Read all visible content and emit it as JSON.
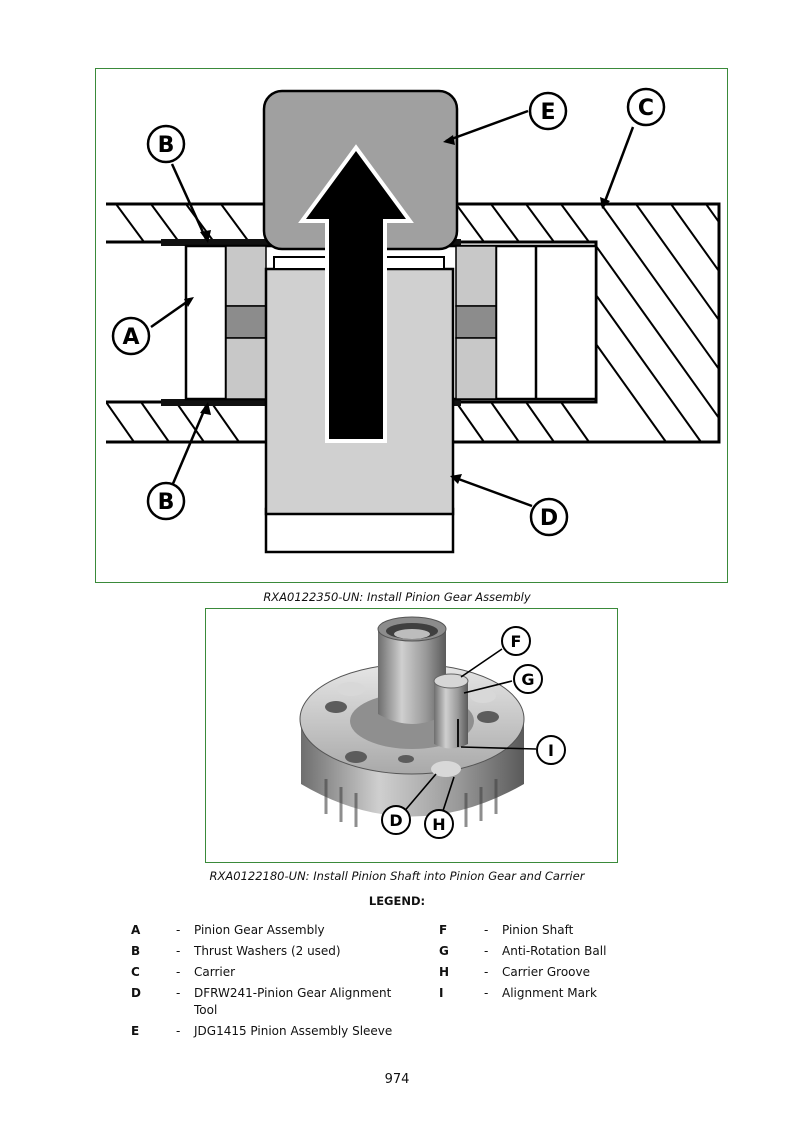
{
  "figure1": {
    "caption": "RXA0122350-UN: Install Pinion Gear Assembly",
    "callouts": {
      "a": "A",
      "b_top": "B",
      "b_bottom": "B",
      "c": "C",
      "d": "D",
      "e": "E"
    }
  },
  "figure2": {
    "caption": "RXA0122180-UN: Install Pinion Shaft into Pinion Gear and Carrier",
    "callouts": {
      "f": "F",
      "g": "G",
      "i": "I",
      "d": "D",
      "h": "H"
    }
  },
  "legend": {
    "title": "LEGEND:",
    "left": [
      {
        "key": "A",
        "dash": "-",
        "desc": "Pinion Gear Assembly"
      },
      {
        "key": "B",
        "dash": "-",
        "desc": "Thrust Washers (2 used)"
      },
      {
        "key": "C",
        "dash": "-",
        "desc": "Carrier"
      },
      {
        "key": "D",
        "dash": "-",
        "desc": "DFRW241-Pinion Gear Alignment Tool"
      },
      {
        "key": "E",
        "dash": "-",
        "desc": "JDG1415 Pinion Assembly Sleeve"
      }
    ],
    "right": [
      {
        "key": "F",
        "dash": "-",
        "desc": "Pinion Shaft"
      },
      {
        "key": "G",
        "dash": "-",
        "desc": "Anti-Rotation Ball"
      },
      {
        "key": "H",
        "dash": "-",
        "desc": "Carrier Groove"
      },
      {
        "key": "I",
        "dash": "-",
        "desc": "Alignment Mark"
      }
    ]
  },
  "page_number": "974"
}
